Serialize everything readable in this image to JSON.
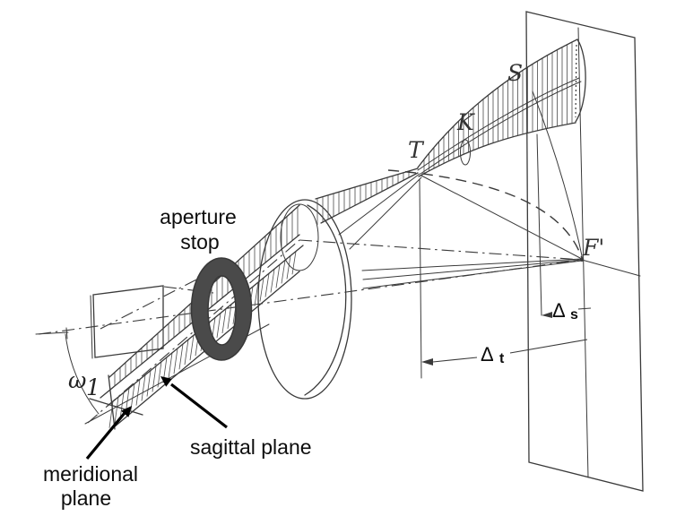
{
  "labels": {
    "aperture_stop_line1": "aperture",
    "aperture_stop_line2": "stop",
    "sagittal_plane": "sagittal plane",
    "meridional_plane_line1": "meridional",
    "meridional_plane_line2": "plane",
    "angle_omega": "ω",
    "angle_omega_sub": "1",
    "tangential_focus": "T",
    "circle_of_least_confusion": "K",
    "sagittal_focus": "S",
    "image_point": "F'",
    "delta_t_symbol": "Δ",
    "delta_t_sub": "t",
    "delta_s_symbol": "Δ",
    "delta_s_sub": "s"
  },
  "colors": {
    "ink": "#3a3a3a",
    "ink_light": "#555555",
    "text": "#111111",
    "stop_fill": "#4a4a4a",
    "paper": "#ffffff"
  }
}
